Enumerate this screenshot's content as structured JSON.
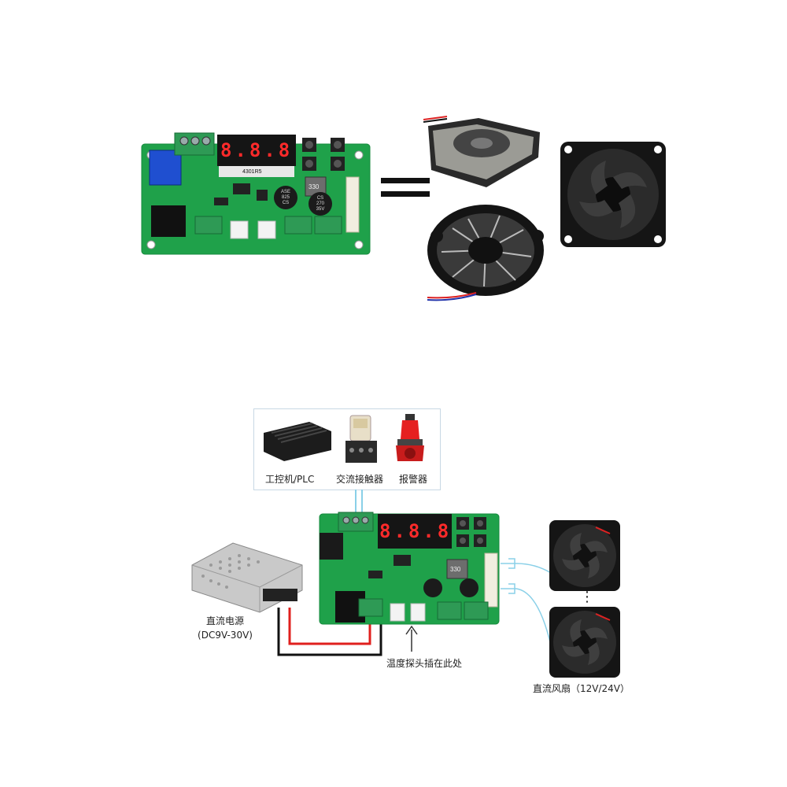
{
  "top": {
    "board": {
      "display": "8.8.8",
      "label": "4301R5",
      "cap_left": [
        "ASE",
        "825",
        "CS"
      ],
      "cap_right": [
        "CS",
        "270",
        "35V"
      ],
      "inductor": "330"
    },
    "equals_sign": "="
  },
  "bottom": {
    "devices_panel": {
      "items": [
        {
          "label": "工控机/PLC"
        },
        {
          "label": "交流接触器"
        },
        {
          "label": "报警器"
        }
      ]
    },
    "board": {
      "display": "8.8.8",
      "inductor": "330"
    },
    "power_supply_label_line1": "直流电源",
    "power_supply_label_line2": "(DC9V-30V)",
    "probe_label": "温度探头插在此处",
    "fan_label": "直流风扇（12V/24V）",
    "fan_dots": "⋮"
  },
  "colors": {
    "pcb_green": "#1fa14a",
    "terminal_green": "#2e9a55",
    "display_red": "#ff2a2a",
    "wire_red": "#e0201e",
    "wire_black": "#111111",
    "wire_blue": "#8ad0e8"
  }
}
